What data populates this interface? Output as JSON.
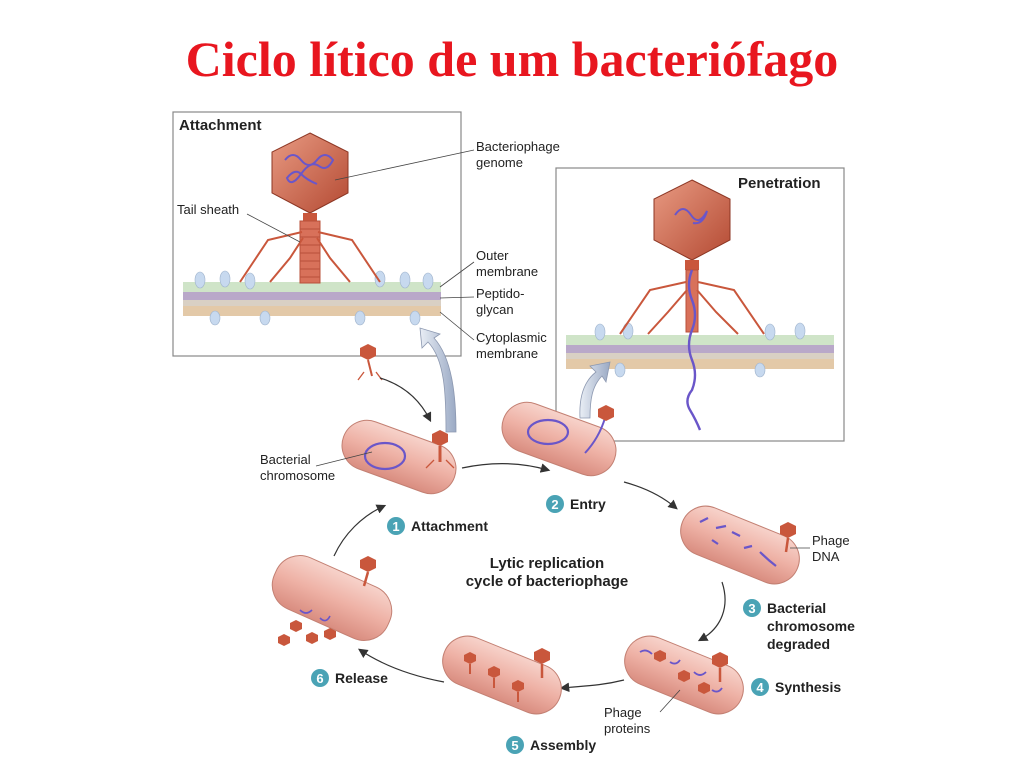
{
  "title": "Ciclo lítico de um bacteriófago",
  "panels": {
    "attachment": {
      "title": "Attachment",
      "labels": {
        "genome_1": "Bacteriophage",
        "genome_2": "genome",
        "tail_sheath": "Tail sheath",
        "outer_1": "Outer",
        "outer_2": "membrane",
        "pepti_1": "Peptido-",
        "pepti_2": "glycan",
        "cyto_1": "Cytoplasmic",
        "cyto_2": "membrane"
      }
    },
    "penetration": {
      "title": "Penetration"
    }
  },
  "cycle": {
    "center_1": "Lytic replication",
    "center_2": "cycle of bacteriophage",
    "bacterial_chromosome_1": "Bacterial",
    "bacterial_chromosome_2": "chromosome",
    "phage_dna_1": "Phage",
    "phage_dna_2": "DNA",
    "phage_proteins_1": "Phage",
    "phage_proteins_2": "proteins",
    "steps": [
      {
        "num": "1",
        "label": "Attachment"
      },
      {
        "num": "2",
        "label": "Entry"
      },
      {
        "num": "3",
        "label_1": "Bacterial",
        "label_2": "chromosome",
        "label_3": "degraded"
      },
      {
        "num": "4",
        "label": "Synthesis"
      },
      {
        "num": "5",
        "label": "Assembly"
      },
      {
        "num": "6",
        "label": "Release"
      }
    ],
    "colors": {
      "step_badge": "#4aa3b5",
      "cell": "#efb8ae",
      "phage": "#c9573c",
      "dna": "#6a56c9"
    }
  }
}
